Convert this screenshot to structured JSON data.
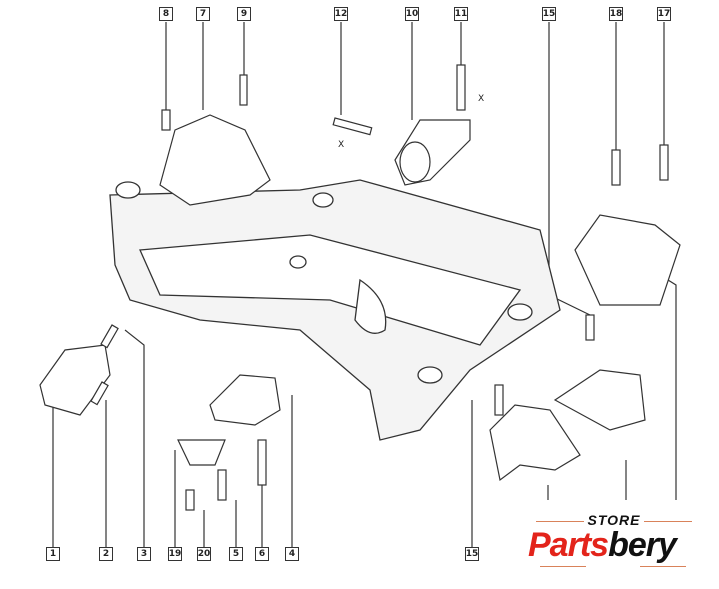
{
  "diagram": {
    "top_labels": [
      "8",
      "7",
      "9",
      "12",
      "10",
      "11",
      "15",
      "18",
      "17"
    ],
    "bottom_labels": [
      "1",
      "2",
      "3",
      "19",
      "20",
      "5",
      "6",
      "4",
      "15"
    ],
    "dimension_labels": [
      "X",
      "X"
    ]
  },
  "logo": {
    "store": "STORE",
    "brand_red": "Parts",
    "brand_black": "bery"
  },
  "colors": {
    "line": "#333333",
    "brand_red": "#e3241b",
    "brand_black": "#111111"
  }
}
